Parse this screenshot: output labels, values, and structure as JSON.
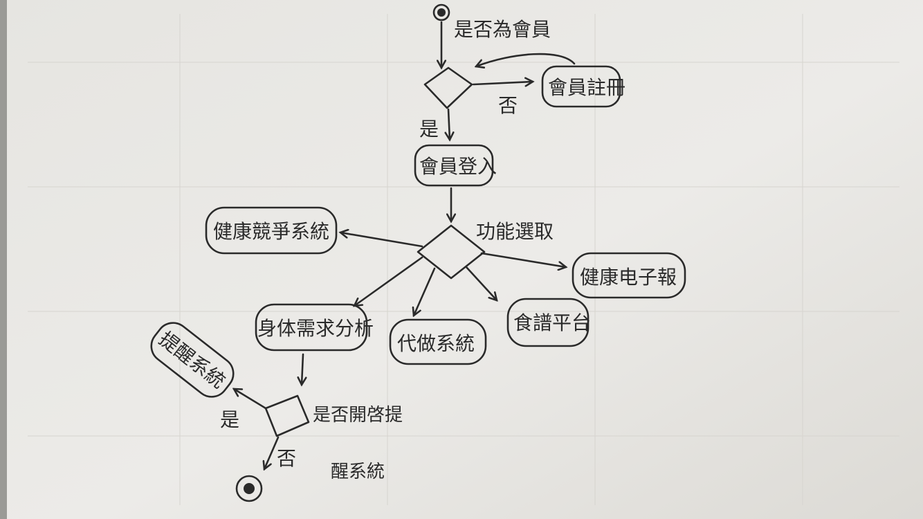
{
  "diagram": {
    "start_label": "是否為會員",
    "no_label": "否",
    "yes_label": "是",
    "register": "會員註冊",
    "login": "會員登入",
    "func_select": "功能選取",
    "health_compete": "健康競爭系統",
    "health_news": "健康电子報",
    "body_analysis": "身体需求分析",
    "todo_system": "代做系統",
    "recipe_platform": "食譜平台",
    "reminder_system": "提醒系統",
    "reminder_q_line1": "是否開啓提",
    "reminder_q_line2": "醒系統",
    "yes_label2": "是",
    "no_label2": "否"
  },
  "colors": {
    "paper": "#e9e8e4",
    "ink": "#2a2a2a"
  }
}
